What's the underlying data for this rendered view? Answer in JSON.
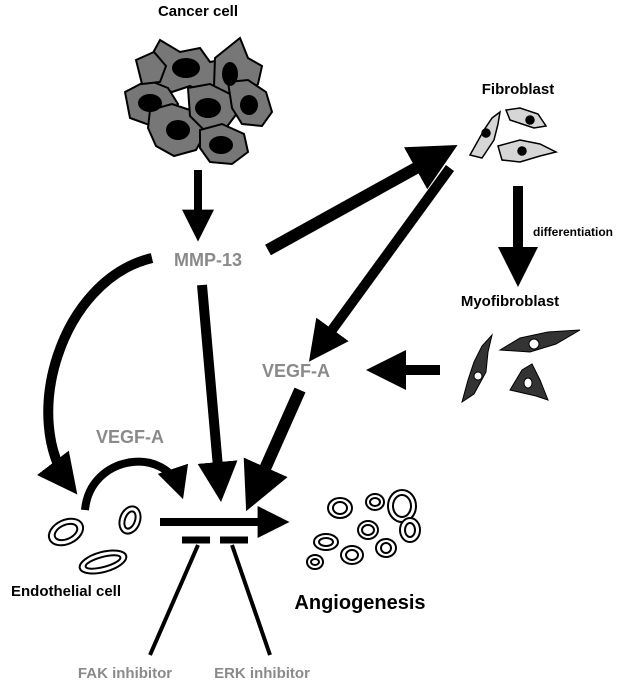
{
  "labels": {
    "cancer_cell": "Cancer cell",
    "fibroblast": "Fibroblast",
    "differentiation": "differentiation",
    "myofibroblast": "Myofibroblast",
    "mmp13": "MMP-13",
    "vegfa_center": "VEGF-A",
    "vegfa_left": "VEGF-A",
    "endothelial_cell": "Endothelial cell",
    "angiogenesis": "Angiogenesis",
    "fak_inhibitor": "FAK inhibitor",
    "erk_inhibitor": "ERK inhibitor"
  },
  "colors": {
    "arrow": "#000000",
    "factor_text": "#8a8a8a",
    "cancer_cell_fill": "#777777",
    "fibroblast_fill": "#d6d6d6",
    "myofibroblast_fill": "#333333"
  }
}
